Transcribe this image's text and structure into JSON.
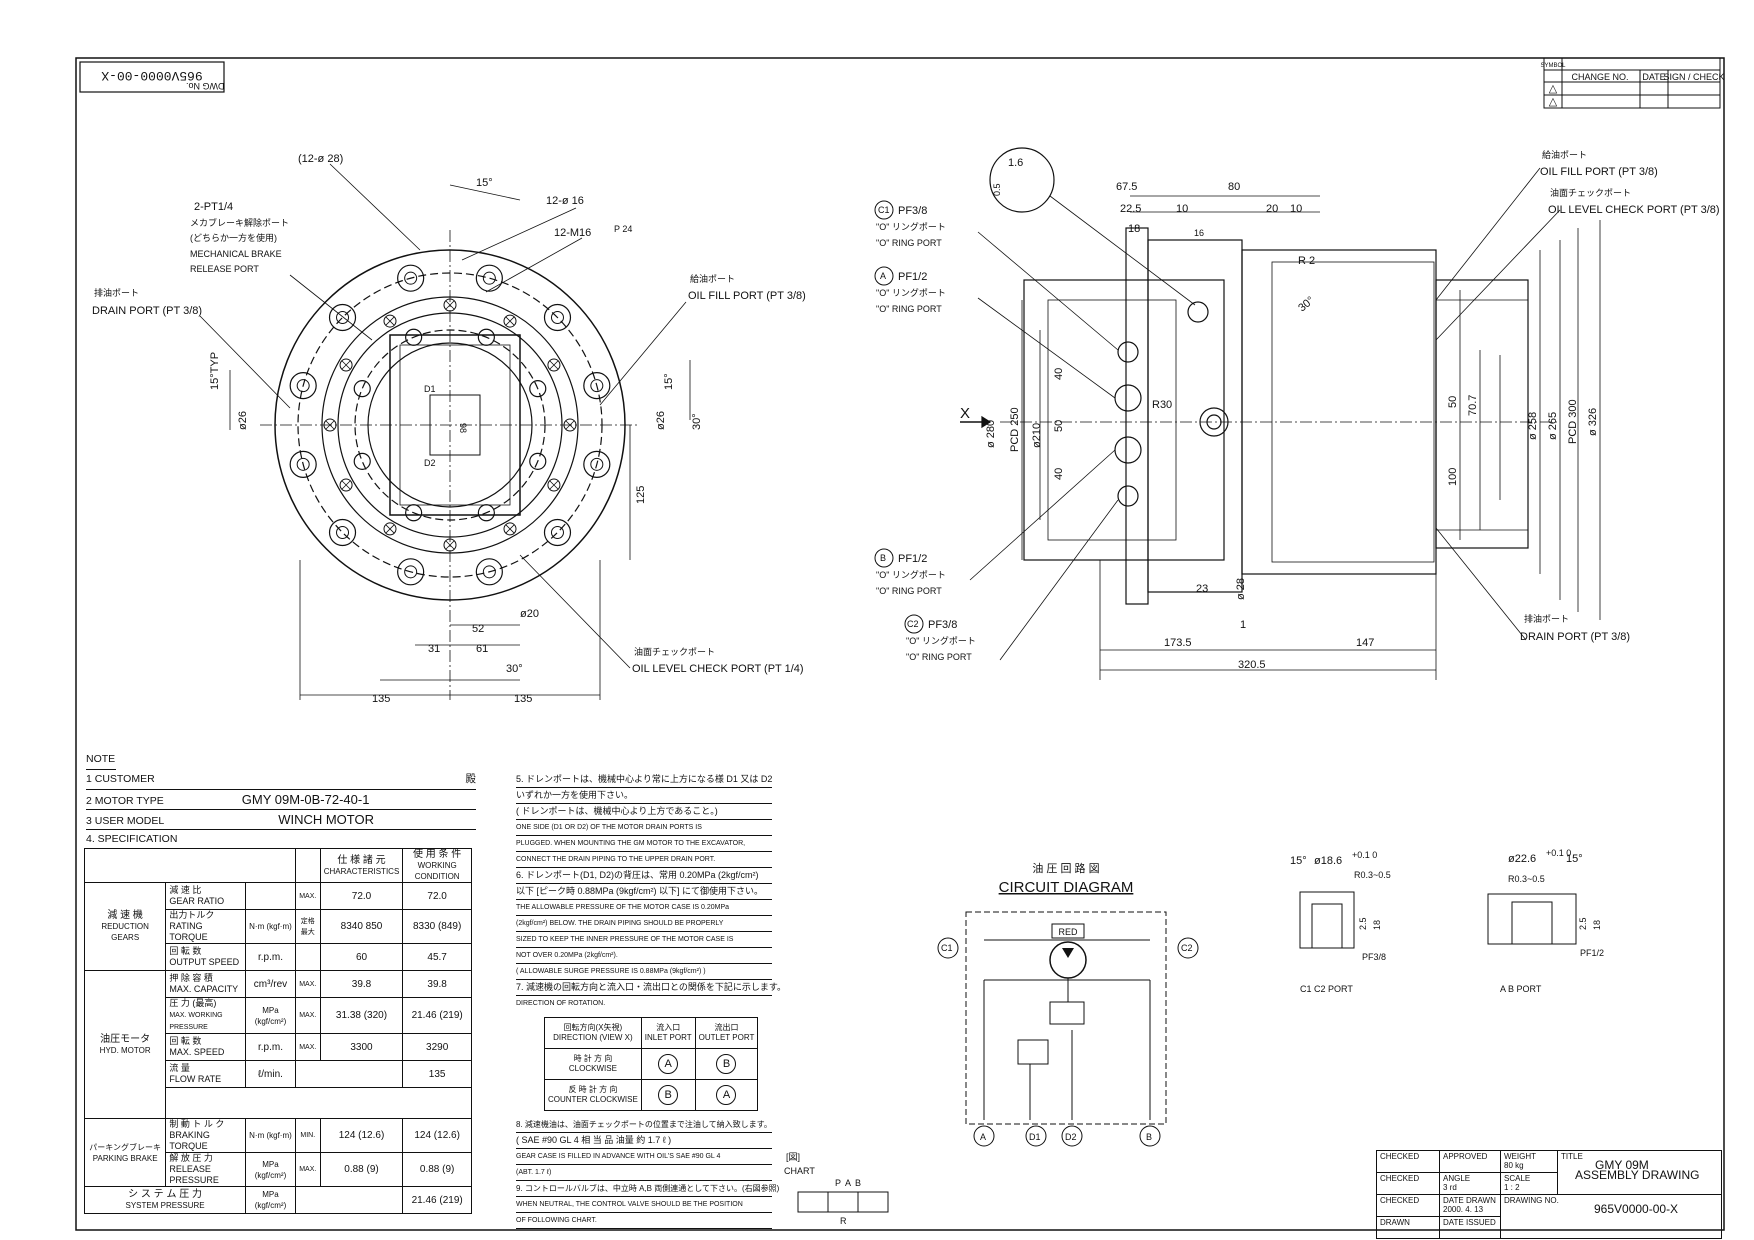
{
  "drawing_number_box": "965V0000-00-X",
  "drawing_number_sub": "DWG No.",
  "revision_table": {
    "headers": [
      "SYMBOL",
      "CHANGE NO.",
      "DATE",
      "SIGN / CHECK"
    ],
    "symbols": [
      "△",
      "△"
    ]
  },
  "front_view": {
    "labels": {
      "bolt_holes": "(12-ø 28)",
      "angle_15": "15°",
      "holes_16": "12-ø 16",
      "tap_m16": "12-M16",
      "tap_depth": "P 24",
      "brake_port_code": "2-PT1/4",
      "brake_port_jp1": "メカブレーキ解除ポート",
      "brake_port_jp2": "(どちらか一方を使用)",
      "brake_port_en1": "MECHANICAL BRAKE",
      "brake_port_en2": "RELEASE PORT",
      "drain_jp": "排油ポート",
      "drain_en": "DRAIN PORT (PT 3/8)",
      "oilfill_jp": "給油ポート",
      "oilfill_en": "OIL FILL PORT (PT 3/8)",
      "oillevel_jp": "油面チェックポート",
      "oillevel_en": "OIL LEVEL CHECK PORT (PT 1/4)",
      "dim_15typ": "15°TYP",
      "dim_26a": "ø26",
      "dim_26b": "ø26",
      "dim_15b": "15°",
      "dim_30a": "30°",
      "dim_30b": "30°",
      "dim_125": "125",
      "dim_98": "98",
      "dim_52": "52",
      "dim_31": "31",
      "dim_61": "61",
      "dim_20": "ø20",
      "dim_135a": "135",
      "dim_135b": "135",
      "port_d1": "D1",
      "port_d2": "D2"
    }
  },
  "side_view": {
    "labels": {
      "detail_16": "1.6",
      "detail_05": "0.5",
      "dim_675": "67.5",
      "dim_80": "80",
      "dim_225": "22.5",
      "dim_10a": "10",
      "dim_20": "20",
      "dim_10b": "10",
      "dim_18": "18",
      "dim_16": "16",
      "dim_r2": "R 2",
      "dim_30deg": "30°",
      "dim_r30": "R30",
      "dim_40a": "40",
      "dim_50": "50",
      "dim_40b": "40",
      "dim_280": "ø 280",
      "dim_pcd250": "PCD 250",
      "dim_210": "ø210",
      "dim_50b": "50",
      "dim_707": "70.7",
      "dim_100": "100",
      "dim_258": "ø 258",
      "dim_265": "ø 265",
      "dim_pcd300": "PCD 300",
      "dim_326": "ø 326",
      "dim_23": "23",
      "dim_28": "ø 28",
      "dim_1": "1",
      "dim_1735": "173.5",
      "dim_147": "147",
      "dim_3205": "320.5",
      "view_x": "X",
      "c1_code": "PF3/8",
      "c1_jp": "\"O\" リングポート",
      "c1_en": "\"O\" RING PORT",
      "a_code": "PF1/2",
      "a_jp": "\"O\" リングポート",
      "a_en": "\"O\" RING PORT",
      "b_code": "PF1/2",
      "b_jp": "\"O\" リングポート",
      "b_en": "\"O\" RING PORT",
      "c2_code": "PF3/8",
      "c2_jp": "\"O\" リングポート",
      "c2_en": "\"O\" RING PORT",
      "port_c1": "C1",
      "port_a": "A",
      "port_b": "B",
      "port_c2": "C2",
      "oilfill_jp": "給油ポート",
      "oilfill_en": "OIL FILL PORT (PT 3/8)",
      "oillevel_jp": "油面チェックポート",
      "oillevel_en": "OIL LEVEL CHECK PORT (PT 3/8)",
      "drain_jp": "排油ポート",
      "drain_en": "DRAIN PORT (PT 3/8)"
    }
  },
  "notes": {
    "title": "NOTE",
    "customer_label": "1  CUSTOMER",
    "customer_suffix": "殿",
    "motor_type_label": "2  MOTOR TYPE",
    "motor_type_value": "GMY 09M-0B-72-40-1",
    "user_model_label": "3  USER MODEL",
    "user_model_value": "WINCH MOTOR",
    "spec_label": "4.  SPECIFICATION"
  },
  "spec_table": {
    "head_char_jp": "仕 様 諸 元",
    "head_char": "CHARACTERISTICS",
    "head_work_jp": "使 用 条 件",
    "head_work": "WORKING CONDITION",
    "groups": [
      {
        "name_jp": "減 速 機",
        "name": "REDUCTION GEARS"
      },
      {
        "name_jp": "油圧モータ",
        "name": "HYD. MOTOR"
      },
      {
        "name_jp": "パーキングブレーキ",
        "name": "PARKING BRAKE"
      }
    ],
    "rows": [
      {
        "item_jp": "減 速 比",
        "item": "GEAR RATIO",
        "unit": "",
        "tag": "MAX.",
        "char": "72.0",
        "work": "72.0"
      },
      {
        "item_jp": "出力トルク",
        "item": "RATING TORQUE",
        "unit": "N·m (kgf·m)",
        "tag": "定格 最大",
        "char": "8340 850",
        "work": "8330 (849)"
      },
      {
        "item_jp": "回 転 数",
        "item": "OUTPUT SPEED",
        "unit": "r.p.m.",
        "tag": "",
        "char": "60",
        "work": "45.7"
      },
      {
        "item_jp": "押 除 容 積",
        "item": "MAX. CAPACITY",
        "unit": "cm³/rev",
        "tag": "MAX.",
        "char": "39.8",
        "work": "39.8"
      },
      {
        "item_jp": "圧 力 (最高)",
        "item": "MAX. WORKING PRESSURE",
        "unit": "MPa (kgf/cm²)",
        "tag": "MAX.",
        "char": "31.38 (320)",
        "work": "21.46 (219)"
      },
      {
        "item_jp": "回 転 数",
        "item": "MAX. SPEED",
        "unit": "r.p.m.",
        "tag": "MAX.",
        "char": "3300",
        "work": "3290"
      },
      {
        "item_jp": "流 量",
        "item": "FLOW RATE",
        "unit": "ℓ/min.",
        "tag": "",
        "char": "",
        "work": "135"
      },
      {
        "item_jp": "制 動 ト ル ク",
        "item": "BRAKING TORQUE",
        "unit": "N·m (kgf·m)",
        "tag": "MIN.",
        "char": "124 (12.6)",
        "work": "124 (12.6)"
      },
      {
        "item_jp": "解 放 圧 力",
        "item": "RELEASE PRESSURE",
        "unit": "MPa (kgf/cm²)",
        "tag": "MAX.",
        "char": "0.88 (9)",
        "work": "0.88 (9)"
      }
    ],
    "system_jp": "シ ス テ ム 圧 力",
    "system": "SYSTEM PRESSURE",
    "system_unit": "MPa (kgf/cm²)",
    "system_work": "21.46 (219)"
  },
  "notes_right": {
    "n5_jp": "5. ドレンポートは、機械中心より常に上方になる様 D1 又は D2",
    "n5_jp2": "いずれか一方を使用下さい。",
    "n5_jp3": "( ドレンポートは、機械中心より上方であること。)",
    "n5_en1": "ONE SIDE (D1 OR D2) OF THE MOTOR DRAIN PORTS IS",
    "n5_en2": "PLUGGED. WHEN MOUNTING THE GM MOTOR TO THE EXCAVATOR,",
    "n5_en3": "CONNECT THE DRAIN PIPING TO THE UPPER DRAIN PORT.",
    "n6_jp": "6. ドレンポート(D1, D2)の背圧は、常用 0.20MPa (2kgf/cm²)",
    "n6_jp2": "以下 [ピーク時 0.88MPa (9kgf/cm²) 以下] にて御使用下さい。",
    "n6_en1": "THE ALLOWABLE PRESSURE OF THE MOTOR CASE IS 0.20MPa",
    "n6_en2": "(2kgf/cm²) BELOW. THE DRAIN PIPING SHOULD BE PROPERLY",
    "n6_en3": "SIZED TO KEEP THE INNER PRESSURE OF THE MOTOR CASE IS",
    "n6_en4": "NOT OVER 0.20MPa (2kgf/cm²).",
    "n6_en5": "( ALLOWABLE SURGE PRESSURE IS 0.88MPa (9kgf/cm²) )",
    "n7_jp": "7. 減速機の回転方向と流入口・流出口との関係を下記に示します。",
    "n7_en": "DIRECTION OF ROTATION.",
    "rot_head1": "回転方向(X矢視)",
    "rot_head1b": "DIRECTION (VIEW X)",
    "rot_head2": "流入口",
    "rot_head2b": "INLET PORT",
    "rot_head3": "流出口",
    "rot_head3b": "OUTLET PORT",
    "rot_row1_jp": "時 計 方 向",
    "rot_row1": "CLOCKWISE",
    "rot_row1_in": "A",
    "rot_row1_out": "B",
    "rot_row2_jp": "反 時 計 方 向",
    "rot_row2": "COUNTER CLOCKWISE",
    "rot_row2_in": "B",
    "rot_row2_out": "A",
    "n8_jp": "8. 減速機油は、油面チェックポートの位置まで注油して納入致します。",
    "n8_oil": "( SAE #90 GL 4 相 当 品    油量 約 1.7 ℓ )",
    "n8_en1": "GEAR CASE IS FILLED IN ADVANCE WITH OIL'S SAE #90 GL 4",
    "n8_en2": "(ABT. 1.7 ℓ)",
    "n9_jp": "9. コントロールバルブは、中立時 A,B 両側連通として下さい。(右図参照)",
    "n9_en1": "WHEN NEUTRAL, THE CONTROL VALVE SHOULD BE THE POSITION",
    "n9_en2": "OF FOLLOWING CHART."
  },
  "circuit": {
    "title_jp": "油 圧 回 路 図",
    "title": "CIRCUIT DIAGRAM",
    "red_label": "RED",
    "port_c1": "C1",
    "port_c2": "C2",
    "port_a": "A",
    "port_d1": "D1",
    "port_d2": "D2",
    "port_b": "B"
  },
  "valve_chart": {
    "label_jp": "[図]",
    "label": "CHART",
    "p_a": "A",
    "p_b": "B",
    "p_p": "P",
    "p_r": "R"
  },
  "port_details": {
    "c_detail": {
      "angle": "15°",
      "dia": "ø18.6",
      "tol": "+0.1 0",
      "r": "R0.3~0.5",
      "d1": "2.5",
      "d2": "18",
      "thread": "PF3/8",
      "caption": "C1 C2  PORT"
    },
    "ab_detail": {
      "angle": "15°",
      "dia": "ø22.6",
      "tol": "+0.1 0",
      "r": "R0.3~0.5",
      "d1": "2.5",
      "d2": "18",
      "thread": "PF1/2",
      "caption": "A B  PORT"
    }
  },
  "title_block": {
    "checked_label": "CHECKED",
    "approved_label": "APPROVED",
    "weight_label": "WEIGHT",
    "weight_value": "80 kg",
    "title_label": "TITLE",
    "title_1": "GMY 09M",
    "title_2": "ASSEMBLY  DRAWING",
    "angle_label": "ANGLE",
    "angle_value": "3 rd",
    "scale_label": "SCALE",
    "scale_value": "1 : 2",
    "date_drawn_label": "DATE DRAWN",
    "date_drawn_value": "2000. 4. 13",
    "drawing_no_label": "DRAWING NO.",
    "drawing_no_value": "965V0000-00-X",
    "drawn_label": "DRAWN",
    "date_issued_label": "DATE ISSUED"
  }
}
